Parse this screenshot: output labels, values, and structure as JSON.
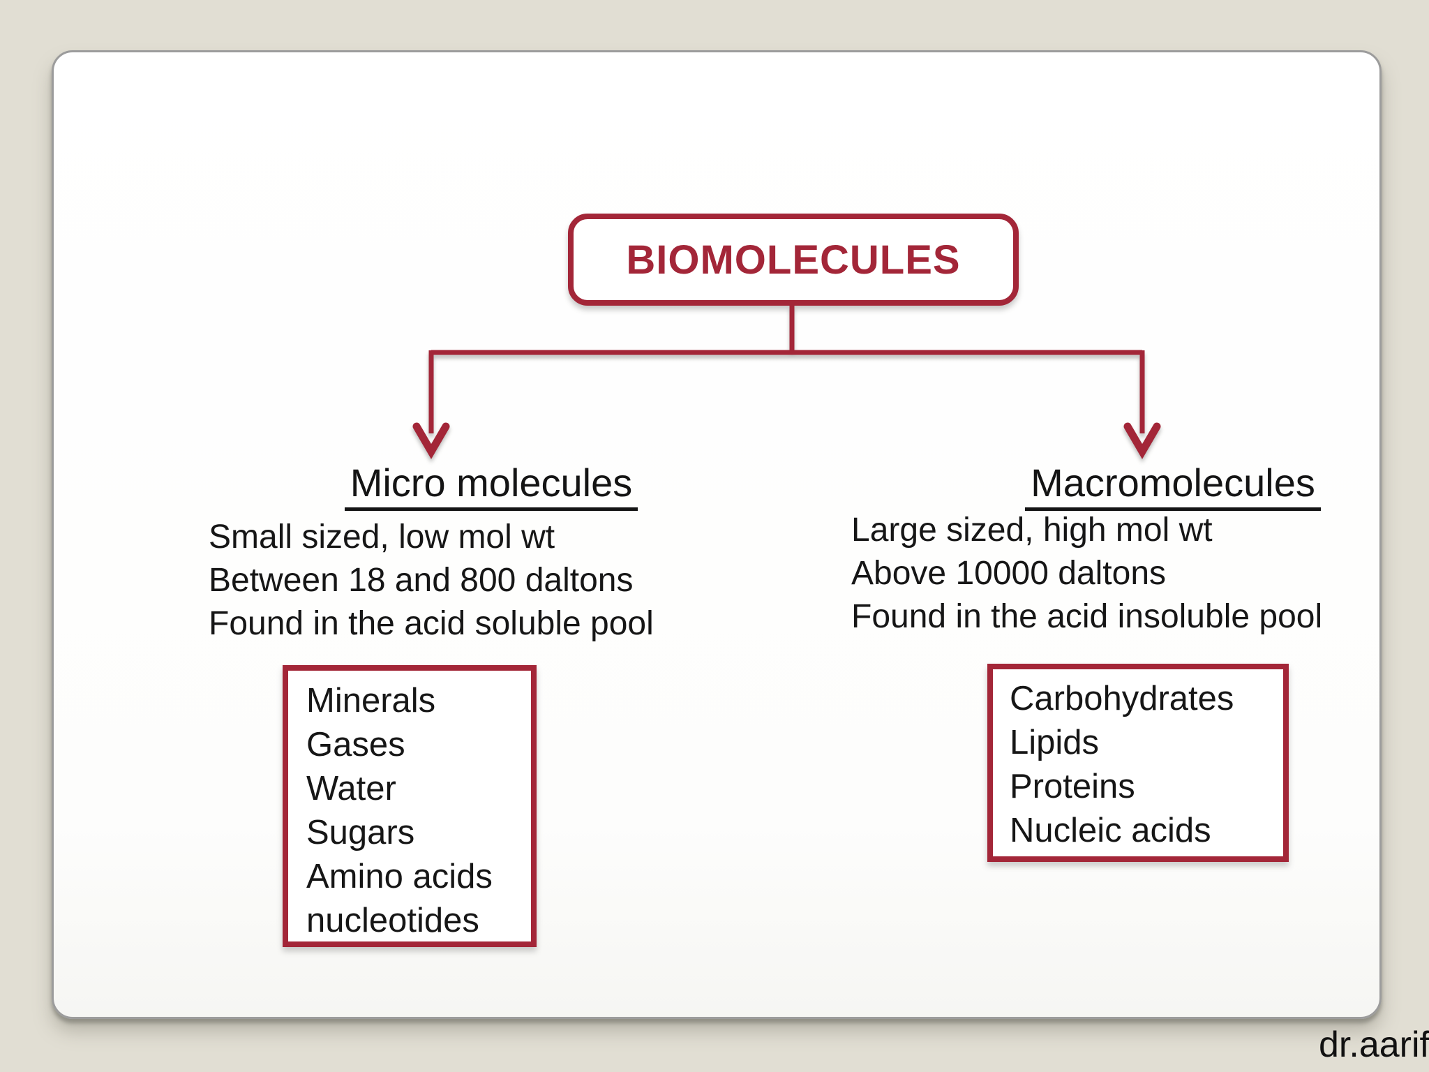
{
  "slide": {
    "title": "BIOMOLECULES",
    "credit": "dr.aarif"
  },
  "micro": {
    "heading": "Micro molecules",
    "line1": "Small sized, low mol wt",
    "line2": "Between 18 and 800 daltons",
    "line3": "Found in the acid soluble pool",
    "items": [
      "Minerals",
      "Gases",
      "Water",
      "Sugars",
      "Amino acids",
      "nucleotides"
    ]
  },
  "macro": {
    "heading": "Macromolecules",
    "line1": "Large sized, high mol wt",
    "line2": "Above 10000 daltons",
    "line3": "Found in the acid insoluble pool",
    "items": [
      "Carbohydrates",
      "Lipids",
      "Proteins",
      "Nucleic acids"
    ]
  },
  "icons": {
    "branch_arrow_left": "arrow-down",
    "branch_arrow_right": "arrow-down"
  },
  "colors": {
    "accent_red": "#a32638",
    "background_beige": "#e1ded3",
    "slide_white": "#ffffff",
    "text_black": "#141414",
    "slide_border_gray": "#9c9c9c"
  }
}
